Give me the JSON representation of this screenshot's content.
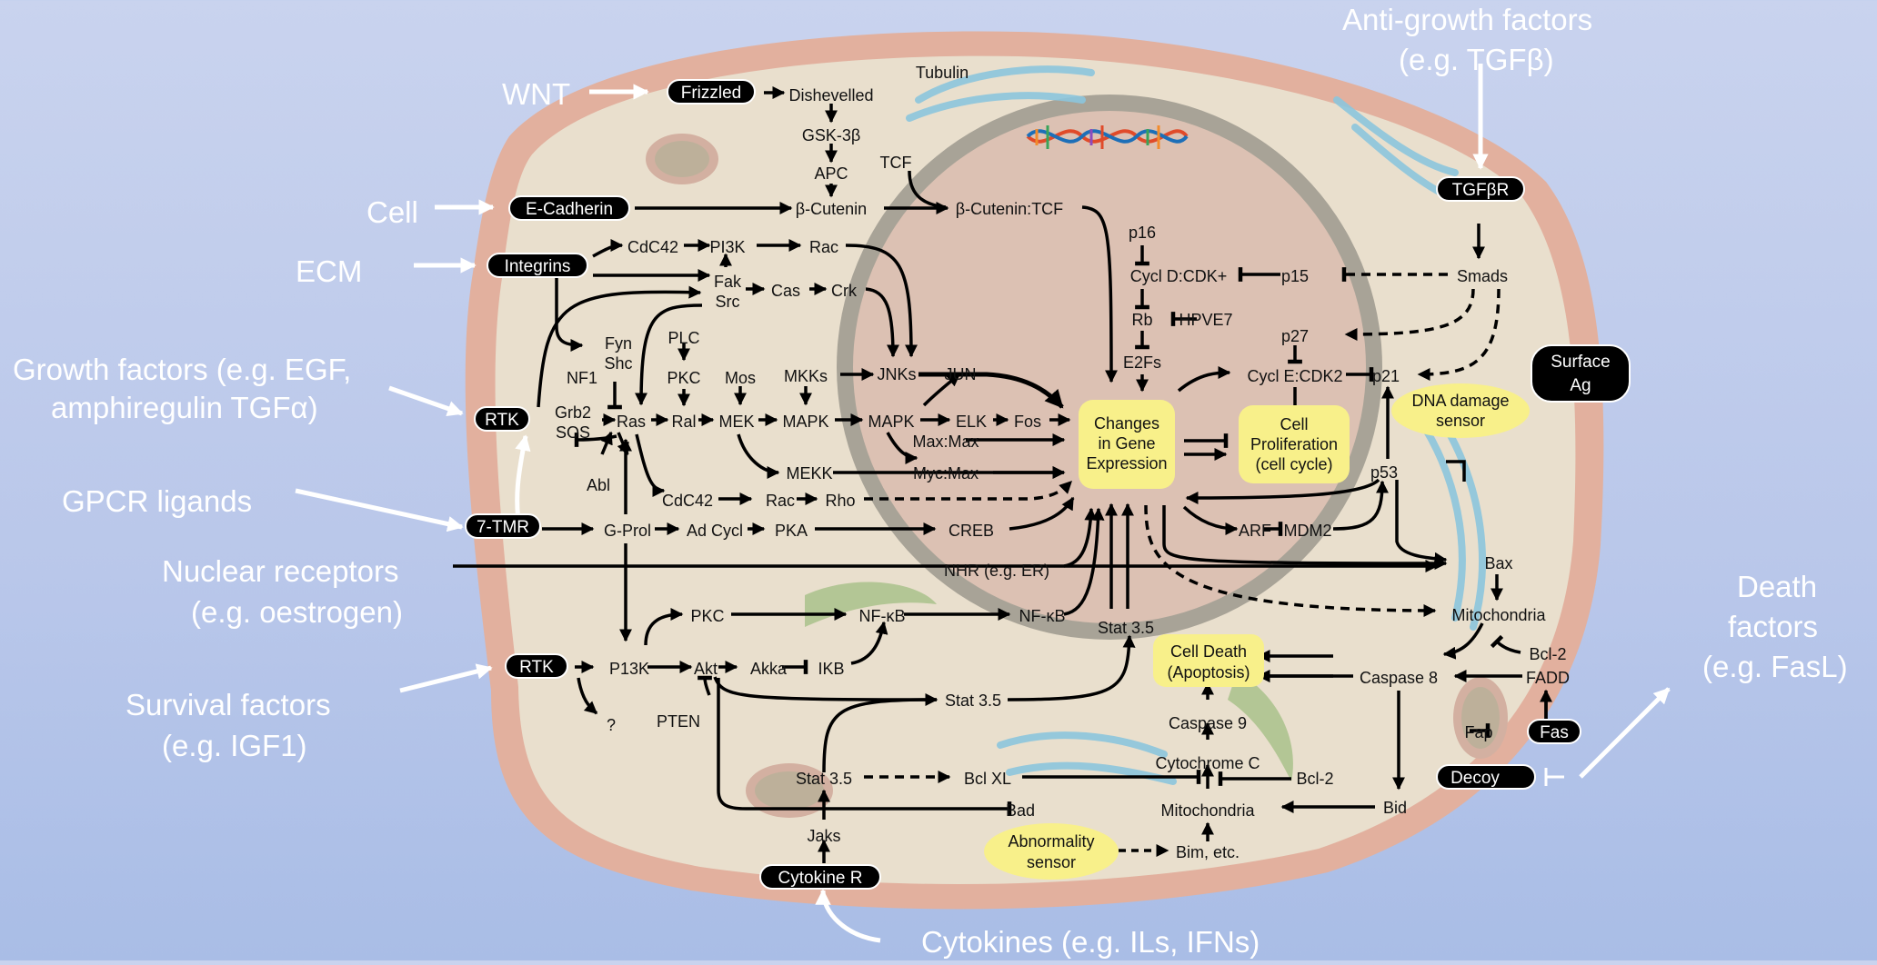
{
  "external_signals": {
    "wnt": "WNT",
    "cell": "Cell",
    "ecm": "ECM",
    "growth_1": "Growth factors (e.g. EGF,",
    "growth_2": "amphiregulin TGFα)",
    "gpcr": "GPCR ligands",
    "nuclear_1": "Nuclear receptors",
    "nuclear_2": "(e.g. oestrogen)",
    "survival_1": "Survival factors",
    "survival_2": "(e.g. IGF1)",
    "anti_1": "Anti-growth factors",
    "anti_2": "(e.g. TGFβ)",
    "death_1": "Death",
    "death_2": "factors",
    "death_3": "(e.g. FasL)",
    "cytokines": "Cytokines (e.g. ILs, IFNs)"
  },
  "receptors": {
    "frizzled": "Frizzled",
    "ecadherin": "E-Cadherin",
    "integrins": "Integrins",
    "rtk_top": "RTK",
    "tmr": "7-TMR",
    "rtk_bottom": "RTK",
    "tgfbr": "TGFβR",
    "fas": "Fas",
    "decoy": "Decoy",
    "cytokine_r": "Cytokine R",
    "surface_ag_1": "Surface",
    "surface_ag_2": "Ag"
  },
  "nodes": {
    "tubulin": "Tubulin",
    "dishevelled": "Dishevelled",
    "gsk": "GSK-3β",
    "apc": "APC",
    "tcf": "TCF",
    "bcatenin": "β-Cutenin",
    "bcatenin_tcf": "β-Cutenin:TCF",
    "cdc42_top": "CdC42",
    "pi3k_top": "PI3K",
    "rac_top": "Rac",
    "fak": "Fak",
    "src": "Src",
    "cas": "Cas",
    "crk": "Crk",
    "fyn": "Fyn",
    "shc": "Shc",
    "plc": "PLC",
    "nf1": "NF1",
    "pkc_top": "PKC",
    "mos": "Mos",
    "mkks": "MKKs",
    "jnks": "JNKs",
    "jun": "JUN",
    "grb2": "Grb2",
    "sos": "SOS",
    "ras": "Ras",
    "ral": "Ral",
    "mek": "MEK",
    "mapk1": "MAPK",
    "mapk2": "MAPK",
    "elk": "ELK",
    "fos": "Fos",
    "maxmax": "Max:Max",
    "mycmax": "Myc:Max",
    "mekk": "MEKK",
    "abl": "Abl",
    "cdc42_mid": "CdC42",
    "rac_mid": "Rac",
    "rho": "Rho",
    "gprol": "G-Prol",
    "adcycl": "Ad Cycl",
    "pka": "PKA",
    "creb": "CREB",
    "nhr": "NHR (e.g. ER)",
    "pkc_bot": "PKC",
    "nfkb1": "NF-κB",
    "nfkb2": "NF-κB",
    "stat35_nuc": "Stat 3.5",
    "p13k": "P13K",
    "akt": "Akt",
    "akka": "Akka",
    "ikb": "IKB",
    "question": "?",
    "pten": "PTEN",
    "stat35_mid": "Stat 3.5",
    "stat35_low": "Stat 3.5",
    "bclxl": "Bcl XL",
    "bad": "Bad",
    "jaks": "Jaks",
    "p16": "p16",
    "cycld": "Cycl D:CDK+",
    "p15": "p15",
    "smads": "Smads",
    "rb": "Rb",
    "hpve7": "HPVE7",
    "e2fs": "E2Fs",
    "p27": "p27",
    "cycle": "Cycl E:CDK2",
    "p21": "p21",
    "p53": "p53",
    "arf": "ARF",
    "mdm2": "MDM2",
    "bax": "Bax",
    "mito_right": "Mitochondria",
    "bcl2_right": "Bcl-2",
    "fadd": "FADD",
    "caspase8": "Caspase 8",
    "fap": "Fap",
    "caspase9": "Caspase 9",
    "cytochrome": "Cytochrome C",
    "bcl2_mid": "Bcl-2",
    "mito_bottom": "Mitochondria",
    "bid": "Bid",
    "bim": "Bim, etc."
  },
  "highlights": {
    "changes_1": "Changes",
    "changes_2": "in Gene",
    "changes_3": "Expression",
    "prolif_1": "Cell",
    "prolif_2": "Proliferation",
    "prolif_3": "(cell cycle)",
    "death_1": "Cell Death",
    "death_2": "(Apoptosis)",
    "dna_1": "DNA damage",
    "dna_2": "sensor",
    "abn_1": "Abnormality",
    "abn_2": "sensor"
  },
  "colors": {
    "background": "#bccaeb",
    "membrane": "#e2b09e",
    "cytoplasm": "#e9dfcd",
    "nucleus_ring": "#a8a397",
    "nucleus": "#dcc1b3",
    "highlight": "#f8f08a",
    "receptor": "#000000"
  }
}
